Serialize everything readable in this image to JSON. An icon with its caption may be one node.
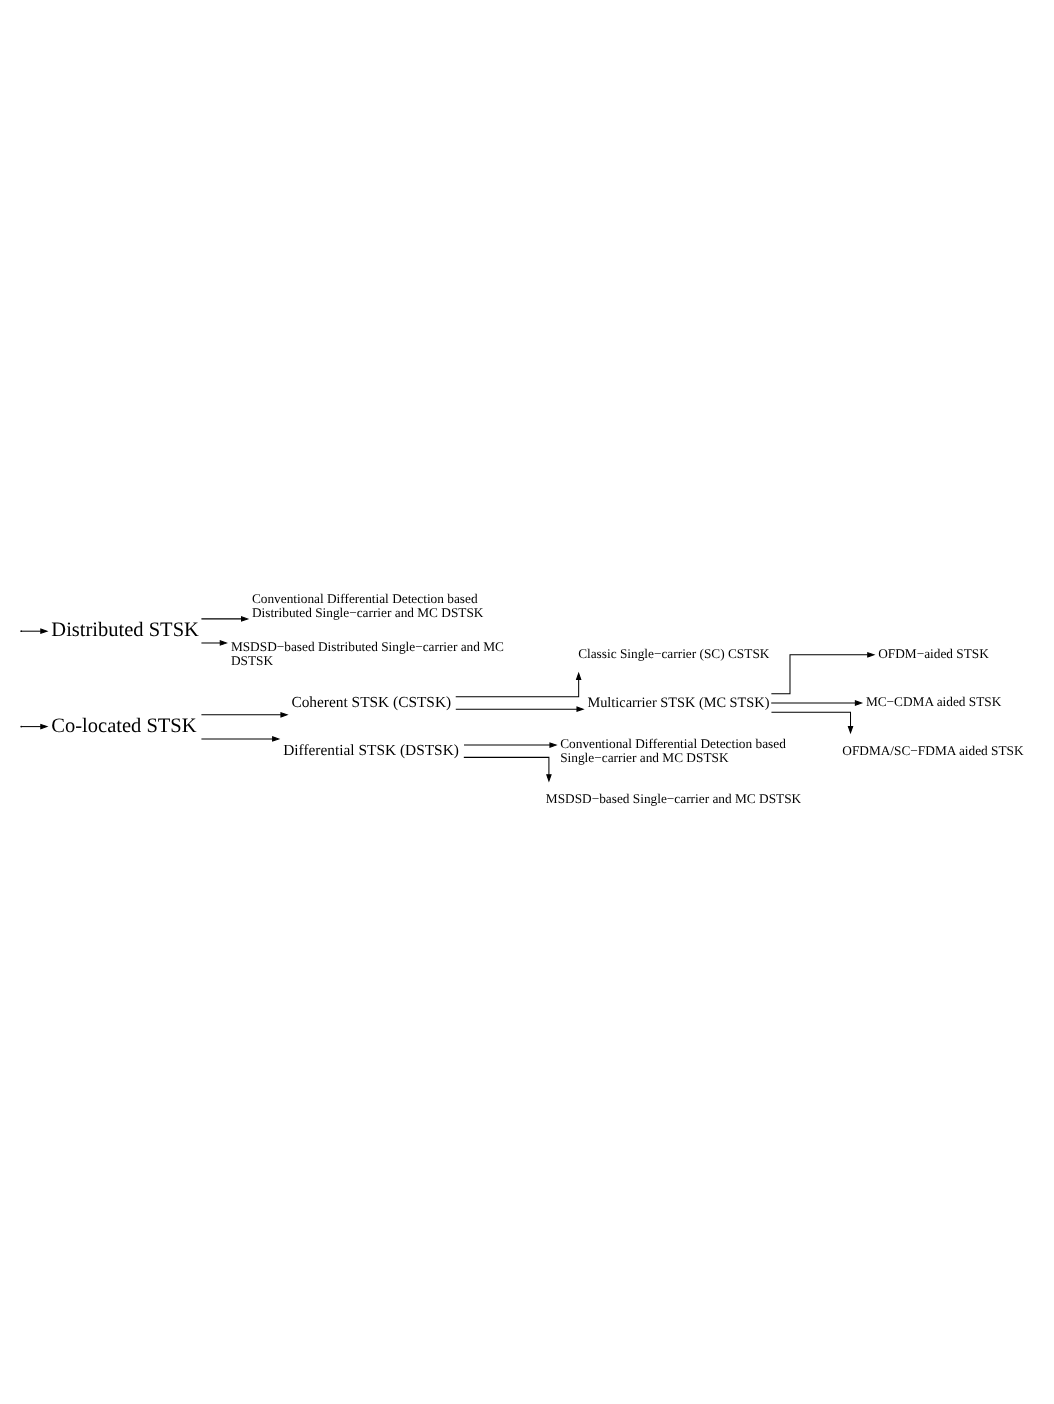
{
  "diagram": {
    "nodes": [
      {
        "text": [
          "Co-located STSK"
        ]
      },
      {
        "text": [
          "Coherent STSK (CSTSK)"
        ]
      },
      {
        "text": [
          "Classic Single−carrier (SC) CSTSK"
        ]
      },
      {
        "text": [
          "Multicarrier STSK (MC STSK)"
        ]
      },
      {
        "text": [
          "OFDM−aided STSK"
        ]
      },
      {
        "text": [
          "MC−CDMA aided STSK"
        ]
      },
      {
        "text": [
          "OFDMA/SC−FDMA aided STSK"
        ]
      },
      {
        "text": [
          "Differential STSK (DSTSK)"
        ]
      },
      {
        "text": [
          "Conventional Differential Detection based Single−carrier and MC DSTSK"
        ]
      },
      {
        "text": [
          "MSDSD−based Single−carrier and MC DSTSK"
        ]
      },
      {
        "text": [
          "Distributed STSK"
        ]
      },
      {
        "text": [
          "Conventional Differential Detection based Distributed Single−carrier and MC DSTSK"
        ]
      },
      {
        "text": [
          "MSDSD−based Distributed Single−carrier and MC DSTSK"
        ]
      }
    ],
    "edges": [
      {
        "from": null,
        "to": 0,
        "arrow": "to"
      },
      {
        "from": 0,
        "to": 1,
        "arrow": "to"
      },
      {
        "from": 1,
        "to": 2,
        "arrow": "to"
      },
      {
        "from": 1,
        "to": 3,
        "arrow": "to"
      },
      {
        "from": 3,
        "to": 4,
        "arrow": "to"
      },
      {
        "from": 3,
        "to": 5,
        "arrow": "to"
      },
      {
        "from": 3,
        "to": 6,
        "arrow": "to"
      },
      {
        "from": 0,
        "to": 7,
        "arrow": "to"
      },
      {
        "from": 7,
        "to": 8,
        "arrow": "to"
      },
      {
        "from": 7,
        "to": 9,
        "arrow": "to"
      },
      {
        "from": null,
        "to": 10,
        "arrow": "to"
      },
      {
        "from": 10,
        "to": 11,
        "arrow": "to"
      },
      {
        "from": 10,
        "to": 12,
        "arrow": "to"
      }
    ]
  }
}
